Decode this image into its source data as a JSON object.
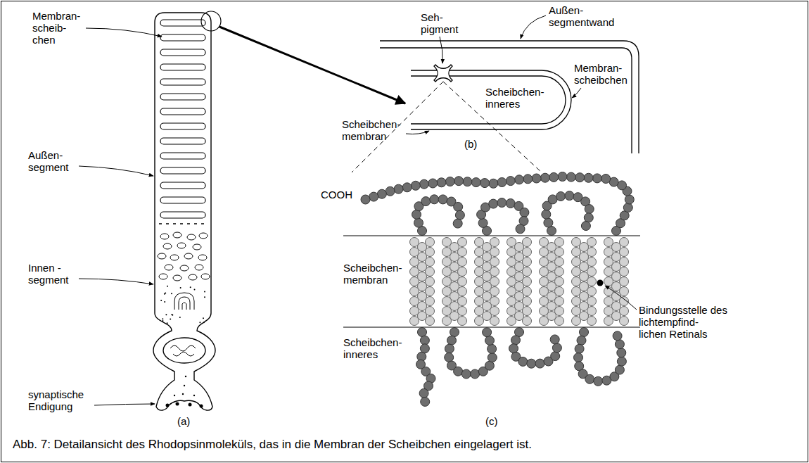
{
  "diagram": {
    "caption": "Abb. 7: Detailansicht des Rhodopsinmoleküls, das in die Membran der Scheibchen eingelagert ist.",
    "labels": [
      "Membran- scheib- chen",
      "Außen- segment",
      "Innen - segment",
      "synaptische Endigung",
      "(a)",
      "Seh- pigment",
      "Außen- segmentwand",
      "Membran- scheibchen",
      "Scheibchen- inneres",
      "Scheibchen- membran",
      "(b)",
      "COOH",
      "Scheibchen- membran",
      "Scheibchen- inneres",
      "Bindungsstelle des lichtempfind- lichen Retinals",
      "(c)"
    ]
  }
}
